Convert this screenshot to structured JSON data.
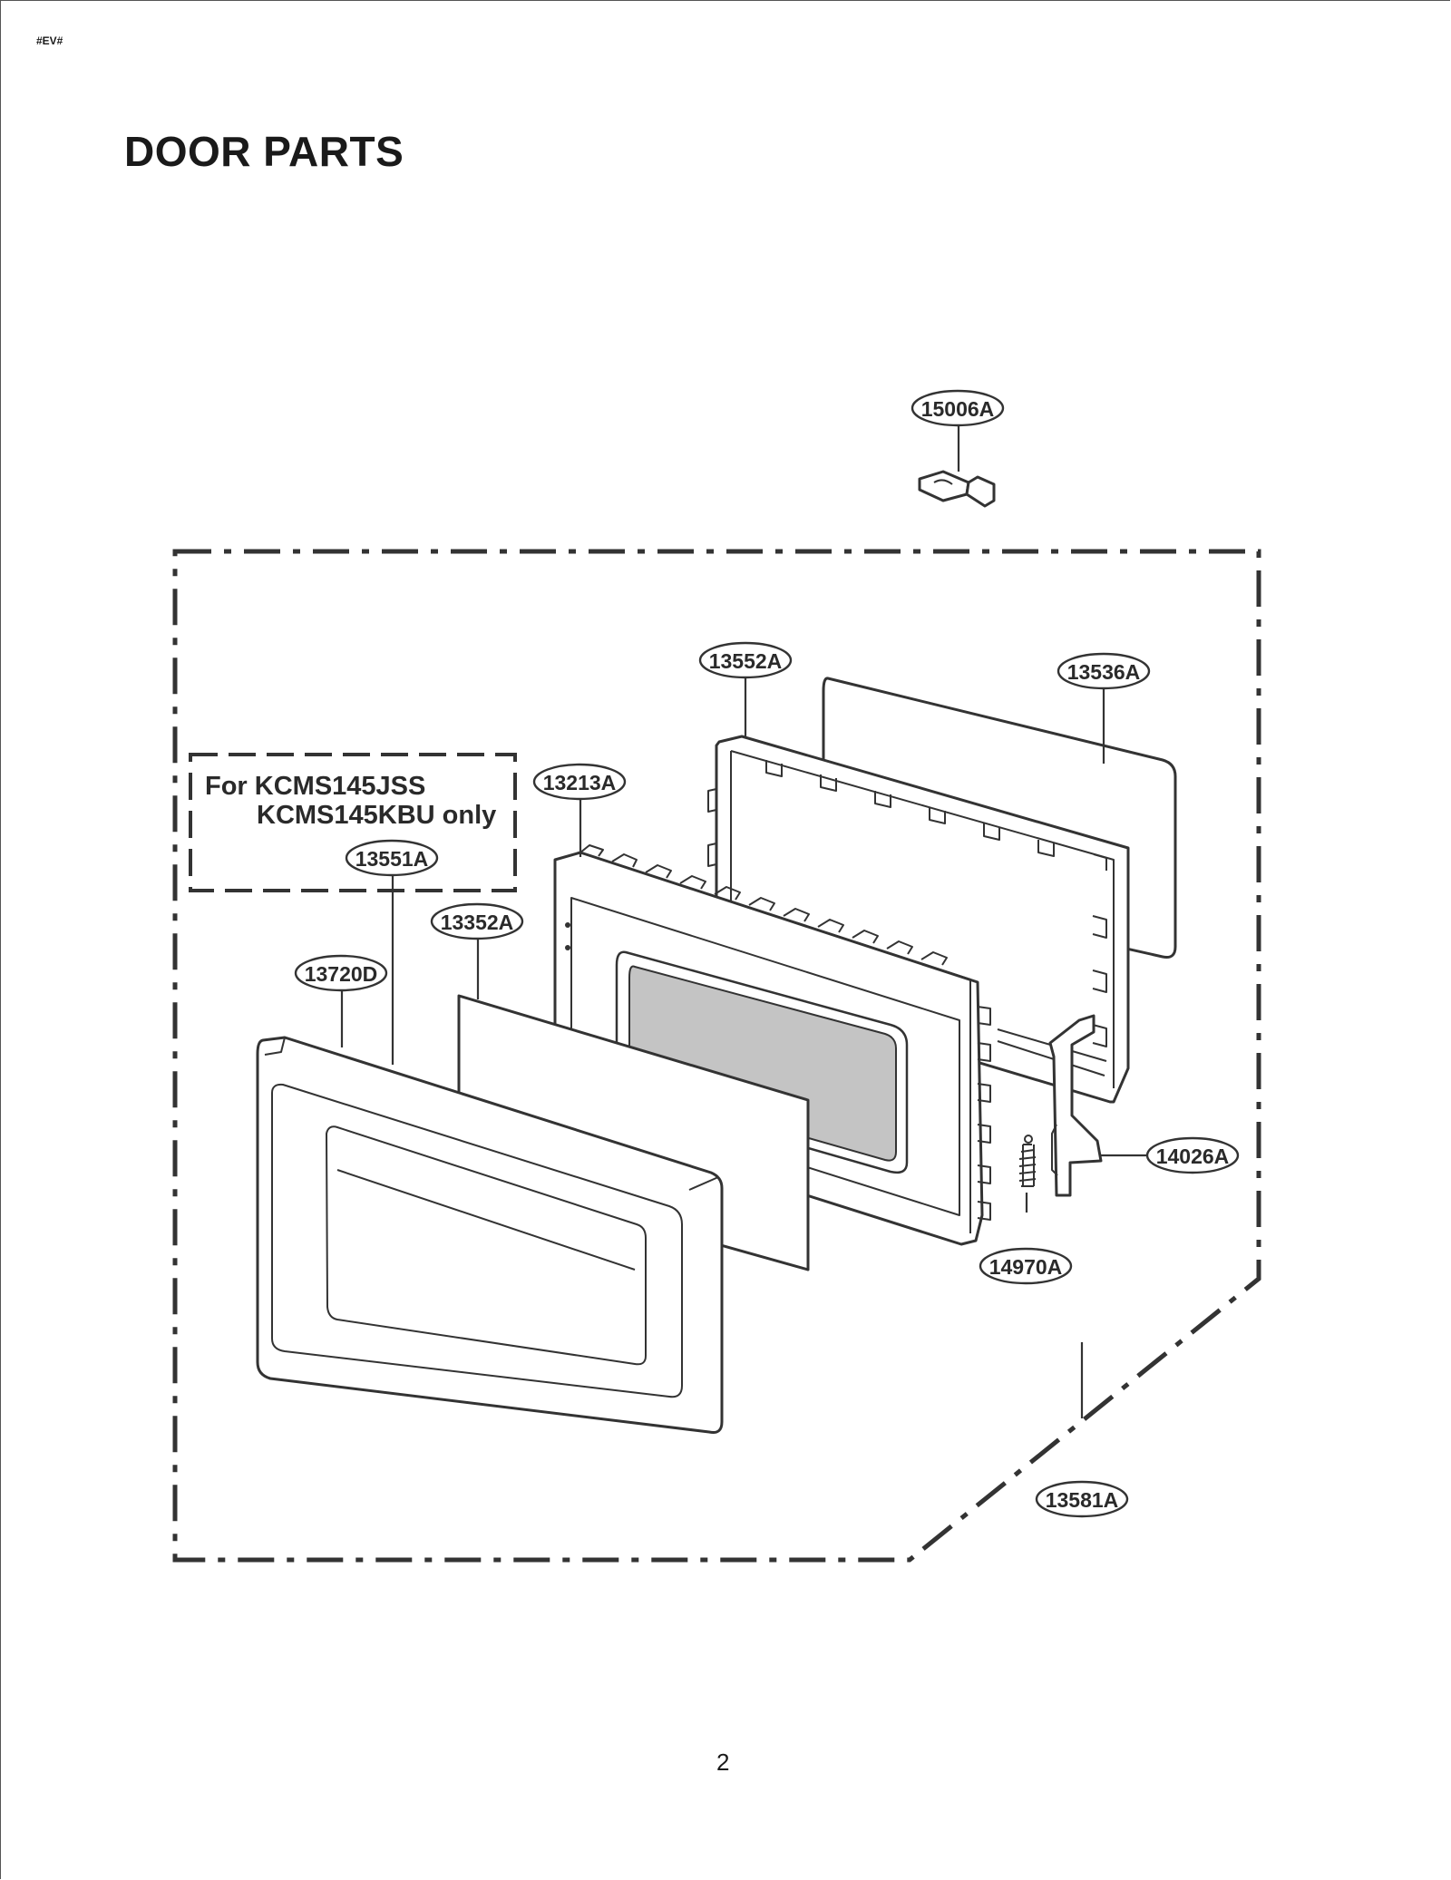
{
  "header": {
    "doc_tag": "#EV#",
    "title": "DOOR PARTS"
  },
  "note": {
    "line1": "For KCMS145JSS",
    "line2": "KCMS145KBU only"
  },
  "callouts": [
    {
      "id": "15006A",
      "name": "callout-15006a"
    },
    {
      "id": "13552A",
      "name": "callout-13552a"
    },
    {
      "id": "13536A",
      "name": "callout-13536a"
    },
    {
      "id": "13213A",
      "name": "callout-13213a"
    },
    {
      "id": "13551A",
      "name": "callout-13551a"
    },
    {
      "id": "13352A",
      "name": "callout-13352a"
    },
    {
      "id": "13720D",
      "name": "callout-13720d"
    },
    {
      "id": "14026A",
      "name": "callout-14026a"
    },
    {
      "id": "14970A",
      "name": "callout-14970a"
    },
    {
      "id": "13581A",
      "name": "callout-13581a"
    }
  ],
  "footer": {
    "page_number": "2"
  },
  "colors": {
    "line": "#333333",
    "window_glass": "#c4c4c4",
    "background": "#ffffff"
  }
}
